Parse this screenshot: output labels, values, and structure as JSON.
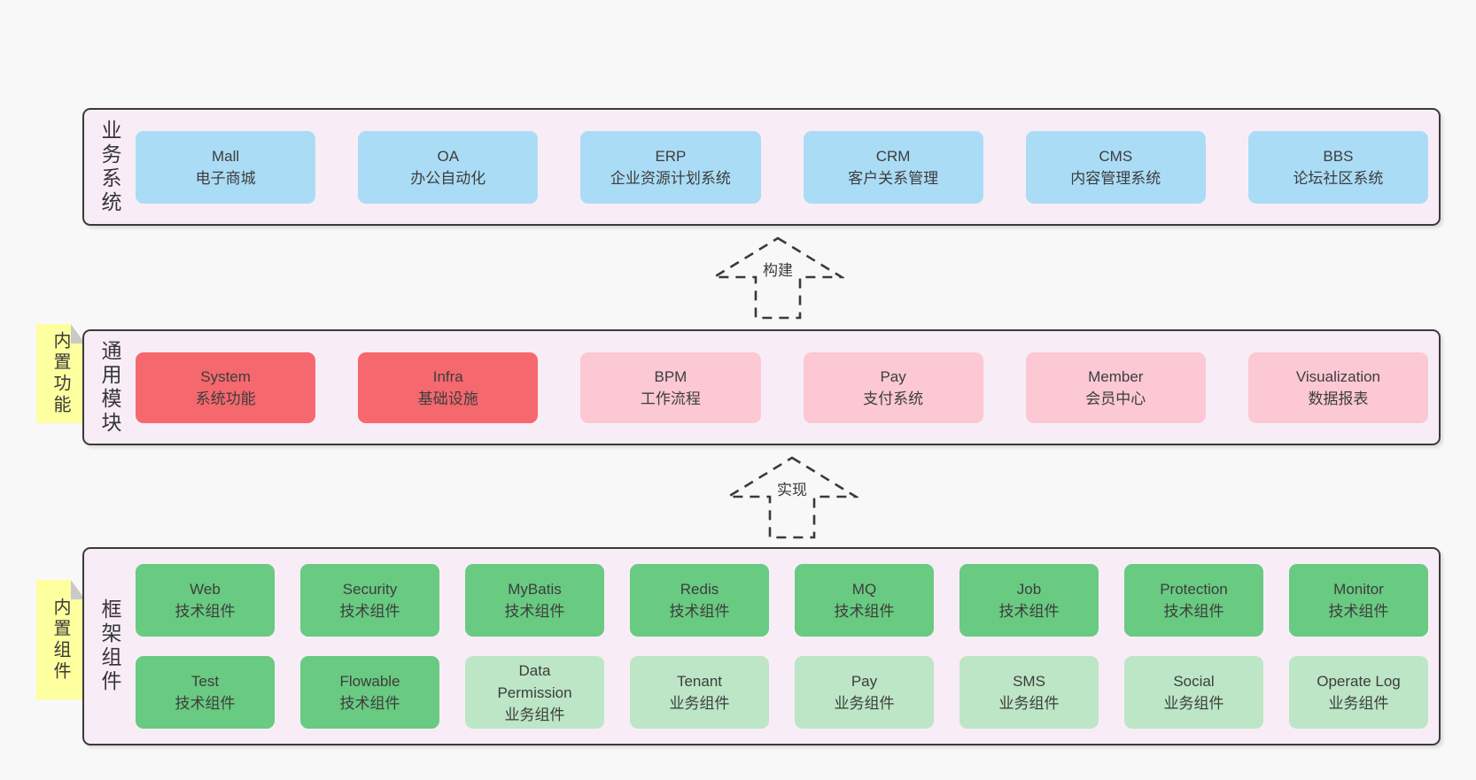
{
  "colors": {
    "page_bg": "#f8f8f8",
    "band_bg": "#f8edf7",
    "band_border": "#3a3a3a",
    "blue": "#abdcf6",
    "red": "#f5686d",
    "pink": "#fbc8d3",
    "green": "#69ca81",
    "green_light": "#bce6c5",
    "note_bg": "#feff9e",
    "note_fold": "#c9c9c9",
    "text": "#3d3d3d"
  },
  "arrows": [
    {
      "label": "构建"
    },
    {
      "label": "实现"
    }
  ],
  "notes": [
    {
      "label": "内置功能"
    },
    {
      "label": "内置组件"
    }
  ],
  "bands": [
    {
      "label": "业务系统",
      "rows": [
        [
          {
            "en": "Mall",
            "zh": "电子商城",
            "tone": "blue"
          },
          {
            "en": "OA",
            "zh": "办公自动化",
            "tone": "blue"
          },
          {
            "en": "ERP",
            "zh": "企业资源计划系统",
            "tone": "blue"
          },
          {
            "en": "CRM",
            "zh": "客户关系管理",
            "tone": "blue"
          },
          {
            "en": "CMS",
            "zh": "内容管理系统",
            "tone": "blue"
          },
          {
            "en": "BBS",
            "zh": "论坛社区系统",
            "tone": "blue"
          }
        ]
      ]
    },
    {
      "label": "通用模块",
      "rows": [
        [
          {
            "en": "System",
            "zh": "系统功能",
            "tone": "red"
          },
          {
            "en": "Infra",
            "zh": "基础设施",
            "tone": "red"
          },
          {
            "en": "BPM",
            "zh": "工作流程",
            "tone": "pink"
          },
          {
            "en": "Pay",
            "zh": "支付系统",
            "tone": "pink"
          },
          {
            "en": "Member",
            "zh": "会员中心",
            "tone": "pink"
          },
          {
            "en": "Visualization",
            "zh": "数据报表",
            "tone": "pink"
          }
        ]
      ]
    },
    {
      "label": "框架组件",
      "rows": [
        [
          {
            "en": "Web",
            "zh": "技术组件",
            "tone": "green"
          },
          {
            "en": "Security",
            "zh": "技术组件",
            "tone": "green"
          },
          {
            "en": "MyBatis",
            "zh": "技术组件",
            "tone": "green"
          },
          {
            "en": "Redis",
            "zh": "技术组件",
            "tone": "green"
          },
          {
            "en": "MQ",
            "zh": "技术组件",
            "tone": "green"
          },
          {
            "en": "Job",
            "zh": "技术组件",
            "tone": "green"
          },
          {
            "en": "Protection",
            "zh": "技术组件",
            "tone": "green"
          },
          {
            "en": "Monitor",
            "zh": "技术组件",
            "tone": "green"
          }
        ],
        [
          {
            "en": "Test",
            "zh": "技术组件",
            "tone": "green"
          },
          {
            "en": "Flowable",
            "zh": "技术组件",
            "tone": "green"
          },
          {
            "en": "Data Permission",
            "zh": "业务组件",
            "tone": "green-light"
          },
          {
            "en": "Tenant",
            "zh": "业务组件",
            "tone": "green-light"
          },
          {
            "en": "Pay",
            "zh": "业务组件",
            "tone": "green-light"
          },
          {
            "en": "SMS",
            "zh": "业务组件",
            "tone": "green-light"
          },
          {
            "en": "Social",
            "zh": "业务组件",
            "tone": "green-light"
          },
          {
            "en": "Operate Log",
            "zh": "业务组件",
            "tone": "green-light"
          }
        ]
      ]
    }
  ]
}
